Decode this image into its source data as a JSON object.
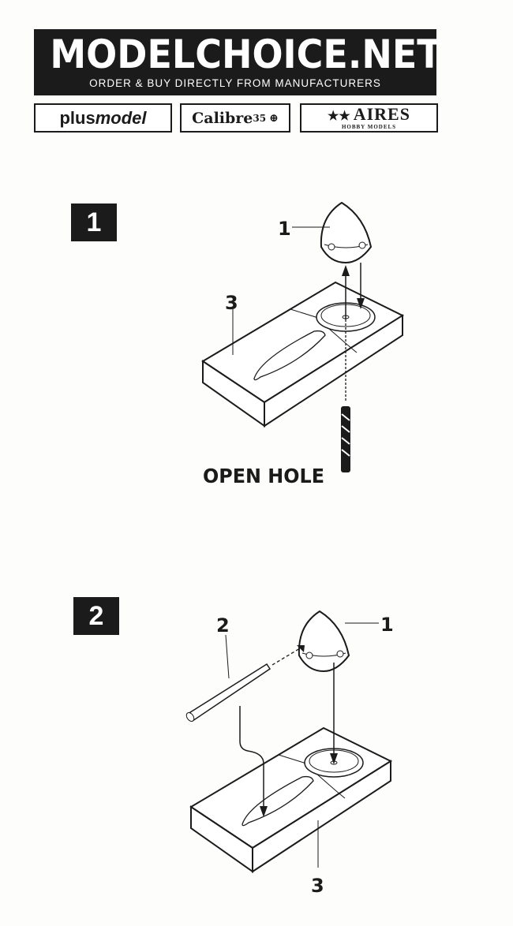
{
  "header": {
    "site": "MODELCHOICE.NET",
    "tagline": "ORDER & BUY DIRECTLY FROM MANUFACTURERS",
    "logos": {
      "plus": "plus",
      "model": "model",
      "calibre": "Calibre",
      "calibre_num": "35",
      "aires": "AIRES",
      "aires_sub": "HOBBY MODELS"
    }
  },
  "steps": [
    {
      "number": "1",
      "part_labels": [
        "1",
        "3"
      ],
      "caption": "OPEN HOLE"
    },
    {
      "number": "2",
      "part_labels": [
        "2",
        "1",
        "3"
      ]
    }
  ]
}
